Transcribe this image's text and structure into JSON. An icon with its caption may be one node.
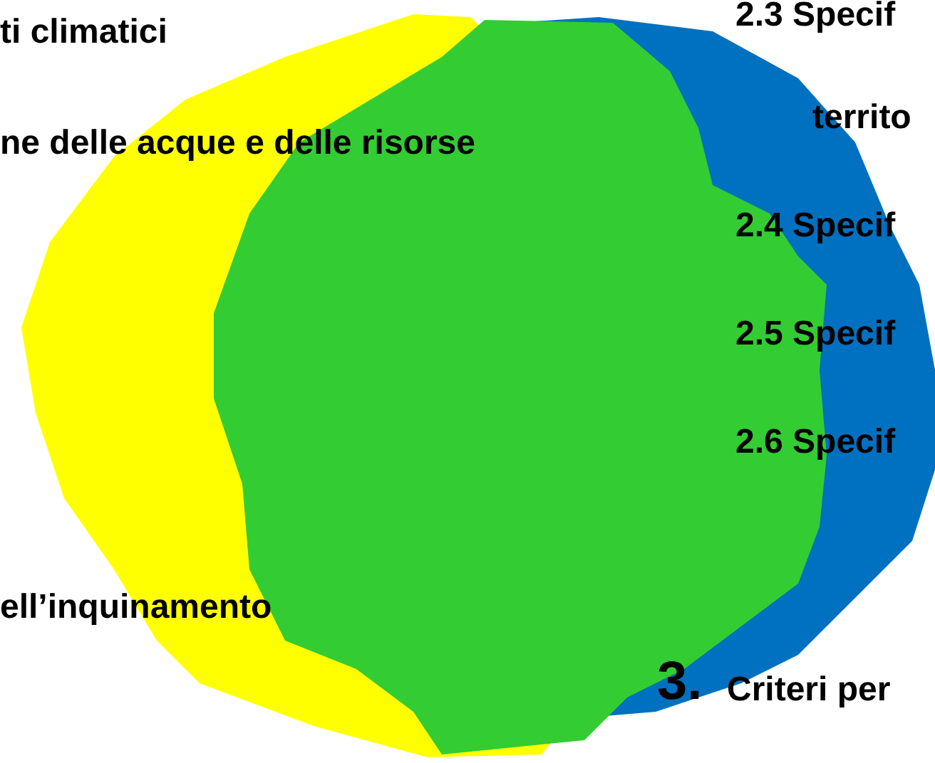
{
  "diagram": {
    "labels": [
      "ti climatici",
      "ne delle acque e delle risorse",
      "ell’inquinamento",
      "2.3 Specif",
      "territo",
      "2.4 Specif",
      "2.5 Specif",
      "2.6 Specif",
      "3.",
      "Criteri per"
    ]
  }
}
